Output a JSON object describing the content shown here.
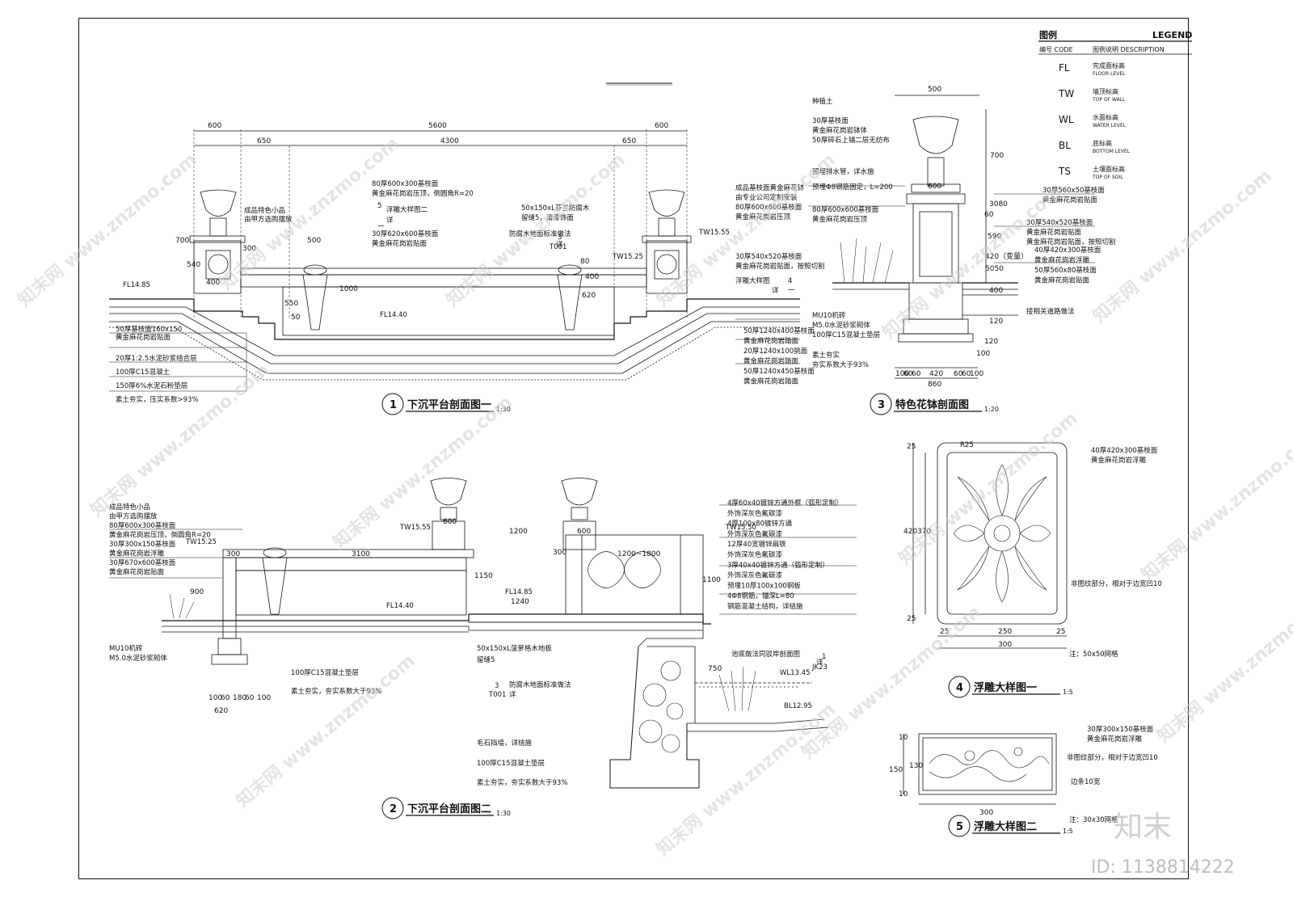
{
  "legend": {
    "title_cn": "图例",
    "title_en": "LEGEND",
    "col_code": "编号 CODE",
    "col_desc": "图例说明 DESCRIPTION",
    "items": [
      {
        "code": "FL",
        "cn": "完成面标高",
        "en": "FLOOR LEVEL"
      },
      {
        "code": "TW",
        "cn": "墙顶标高",
        "en": "TOP OF WALL"
      },
      {
        "code": "WL",
        "cn": "水面标高",
        "en": "WATER LEVEL"
      },
      {
        "code": "BL",
        "cn": "底标高",
        "en": "BOTTOM LEVEL"
      },
      {
        "code": "TS",
        "cn": "土壤面标高",
        "en": "TOP OF SOIL"
      }
    ]
  },
  "drawings": [
    {
      "num": "1",
      "title": "下沉平台剖面图一",
      "scale": "1:30"
    },
    {
      "num": "2",
      "title": "下沉平台剖面图二",
      "scale": "1:30"
    },
    {
      "num": "3",
      "title": "特色花钵剖面图",
      "scale": "1:20"
    },
    {
      "num": "4",
      "title": "浮雕大样图一",
      "scale": "1:5"
    },
    {
      "num": "5",
      "title": "浮雕大样图二",
      "scale": "1:5"
    }
  ],
  "s1": {
    "dims_top": [
      "600",
      "5600",
      "600"
    ],
    "dims_mid": [
      "650",
      "4300",
      "650"
    ],
    "dims_side": [
      "700",
      "540",
      "300",
      "400",
      "500",
      "1000",
      "550",
      "50",
      "620",
      "80",
      "400"
    ],
    "levels": [
      "FL14.85",
      "FL14.40",
      "TW15.25",
      "TW15.55"
    ],
    "labels_left": [
      "成品特色小品",
      "由甲方选购摆放"
    ],
    "labels_center": [
      "80厚600x300基枝面",
      "黄金麻花岗岩压顶，倒圆角R=20",
      "浮雕大样图二",
      "详",
      "30厚620x600基枝面",
      "黄金麻花岗岩贴面"
    ],
    "labels_wood": [
      "50x150xL芬兰防腐木",
      "留缝5，清漆饰面",
      "防腐木地面标准做法",
      "详"
    ],
    "labels_right": [
      "成品基枝面黄金麻花钵",
      "由专业公司定制安装",
      "80厚600x600基枝面",
      "黄金麻花岗岩压顶"
    ],
    "labels_right2": [
      "30厚540x520基枝面",
      "黄金麻花岗岩贴面，按照切割",
      "浮雕大样图",
      "详"
    ],
    "labels_bottom_left": [
      "50厚基枝面160x150",
      "黄金麻花岗岩贴面",
      "20厚1:2.5水泥砂浆结合层",
      "100厚C15混凝土",
      "150厚6%水泥石粉垫层",
      "素土夯实，压实系数>93%"
    ],
    "labels_bottom_right": [
      "50厚1240x400基枝面",
      "黄金麻花岗岩踏面",
      "20厚1240x100挑面",
      "黄金麻花岗岩踏面",
      "50厚1240x450基枝面",
      "黄金麻花岗岩踏面"
    ],
    "callouts": [
      "5",
      "一",
      "3",
      "T001",
      "4",
      "一"
    ]
  },
  "s2": {
    "dims": [
      "300",
      "3100",
      "600",
      "1200",
      "600",
      "300",
      "1200~1800",
      "1240",
      "1150",
      "1100",
      "900",
      "750",
      "620"
    ],
    "dims_bottom": [
      "100",
      "60",
      "180",
      "60",
      "100"
    ],
    "levels": [
      "TW15.55",
      "TW15.25",
      "FL14.85",
      "FL14.40",
      "TW15.50",
      "WL13.45",
      "BL12.95"
    ],
    "labels_left": [
      "成品特色小品",
      "由甲方选购摆放",
      "80厚600x300基枝面",
      "黄金麻花岗岩压顶，倒圆角R=20",
      "30厚300x150基枝面",
      "黄金麻花岗岩浮雕",
      "30厚670x600基枝面",
      "黄金麻花岗岩贴面"
    ],
    "labels_base": [
      "MU10机砖",
      "M5.0水泥砂浆砌体",
      "100厚C15混凝土垫层",
      "素土夯实，夯实系数大于93%"
    ],
    "labels_right": [
      "4厚60x40镀锌方通外框（弧形定制）",
      "外饰深灰色氟碳漆",
      "4厚100x80镀锌方通",
      "外饰深灰色氟碳漆",
      "12厚40宽镀锌扁铁",
      "外饰深灰色氟碳漆",
      "3厚40x40镀锌方通（弧形定制）",
      "外饰深灰色氟碳漆",
      "预埋10厚100x100钢板",
      "4Φ8钢筋，锚深L=80",
      "钢筋混凝土结构，详结施"
    ],
    "labels_pond": [
      "池底做法同驳岸剖面图",
      "详",
      "毛石挡墙，详结施",
      "100厚C15混凝土垫层",
      "素土夯实，夯实系数大于93%"
    ],
    "labels_wood": [
      "50x150xL菠萝格木地板",
      "留缝5",
      "防腐木地面标准做法",
      "详"
    ],
    "callouts": [
      "1",
      "JK23",
      "3",
      "T001"
    ]
  },
  "s3": {
    "dims": [
      "500",
      "600",
      "700",
      "3080",
      "60",
      "590",
      "420（变量）",
      "5050",
      "400",
      "120",
      "120",
      "100"
    ],
    "dims_bottom": [
      "100",
      "60",
      "60",
      "420",
      "60",
      "60",
      "100",
      "860"
    ],
    "labels_left": [
      "种植土",
      "30厚基枝面",
      "黄金麻花岗岩钵体",
      "50厚碎石上铺二层无纺布",
      "预埋排水管，详水施",
      "预埋Φ8钢筋固定，L=200",
      "80厚600x600基枝面",
      "黄金麻花岗岩压顶"
    ],
    "labels_right": [
      "30厚560x50基枝面",
      "黄金麻花岗岩贴面",
      "30厚540x520基枝面",
      "黄金麻花岗岩贴面",
      "黄金麻花岗岩贴面，按照切割",
      "40厚420x300基枝面",
      "黄金麻花岗岩浮雕",
      "50厚560x80基枝面",
      "黄金麻花岗岩贴面",
      "接相关道路做法"
    ],
    "labels_base": [
      "MU10机砖",
      "M5.0水泥砂浆砌体",
      "100厚C15混凝土垫层",
      "素土夯实",
      "夯实系数大于93%"
    ]
  },
  "d4": {
    "radius": "R25",
    "dims": [
      "25",
      "420",
      "370",
      "25",
      "25",
      "250",
      "25",
      "300"
    ],
    "labels": [
      "40厚420x300基枝面",
      "黄金麻花岗岩浮雕",
      "非图纹部分，相对于边宽凹10"
    ],
    "note": "注：50x50网格"
  },
  "d5": {
    "dims": [
      "150",
      "10",
      "130",
      "10",
      "300"
    ],
    "labels": [
      "30厚300x150基枝面",
      "黄金麻花岗岩浮雕",
      "非图纹部分，相对于边宽凹10",
      "边条10宽"
    ],
    "note": "注：30x30网格"
  },
  "watermark": {
    "site": "www.znzmo.com",
    "brand": "知末网",
    "logo": "知末",
    "id": "ID: 1138814222"
  }
}
